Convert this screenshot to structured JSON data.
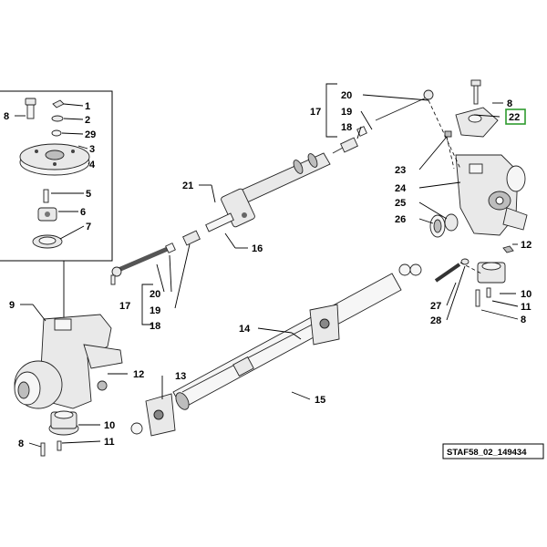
{
  "reference_code": "STAF58_02_149434",
  "highlight_color": "#2e9b2e",
  "callouts": {
    "c1": "1",
    "c2": "2",
    "c29": "29",
    "c3": "3",
    "c4": "4",
    "c5": "5",
    "c6": "6",
    "c7": "7",
    "c8a": "8",
    "c8b": "8",
    "c8c": "8",
    "c8d": "8",
    "c9": "9",
    "c10a": "10",
    "c10b": "10",
    "c11a": "11",
    "c11b": "11",
    "c12a": "12",
    "c12b": "12",
    "c13": "13",
    "c14": "14",
    "c15": "15",
    "c16": "16",
    "c17a": "17",
    "c17b": "17",
    "c18a": "18",
    "c18b": "18",
    "c19a": "19",
    "c19b": "19",
    "c20a": "20",
    "c20b": "20",
    "c21": "21",
    "c22": "22",
    "c23": "23",
    "c24": "24",
    "c25": "25",
    "c26": "26",
    "c27": "27",
    "c28": "28"
  }
}
